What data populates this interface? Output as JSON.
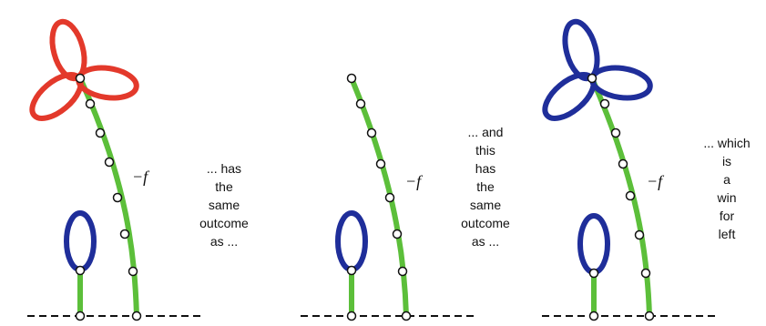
{
  "colors": {
    "stem": "#5cbf3a",
    "red_petal": "#e3392b",
    "blue_petal": "#1f2e9a",
    "ground": "#111111",
    "node": "#ffffff"
  },
  "panels": [
    {
      "f_label": "−f",
      "caption_lines": [
        "... has",
        "the",
        "same",
        "outcome",
        "as ..."
      ],
      "flower_color": "red"
    },
    {
      "f_label": "−f",
      "caption_lines": [
        "... and",
        "this",
        "has",
        "the",
        "same",
        "outcome",
        "as ..."
      ],
      "flower_color": "none"
    },
    {
      "f_label": "−f",
      "caption_lines": [
        "... which",
        "is",
        "a",
        "win",
        "for",
        "left"
      ],
      "flower_color": "blue"
    }
  ]
}
